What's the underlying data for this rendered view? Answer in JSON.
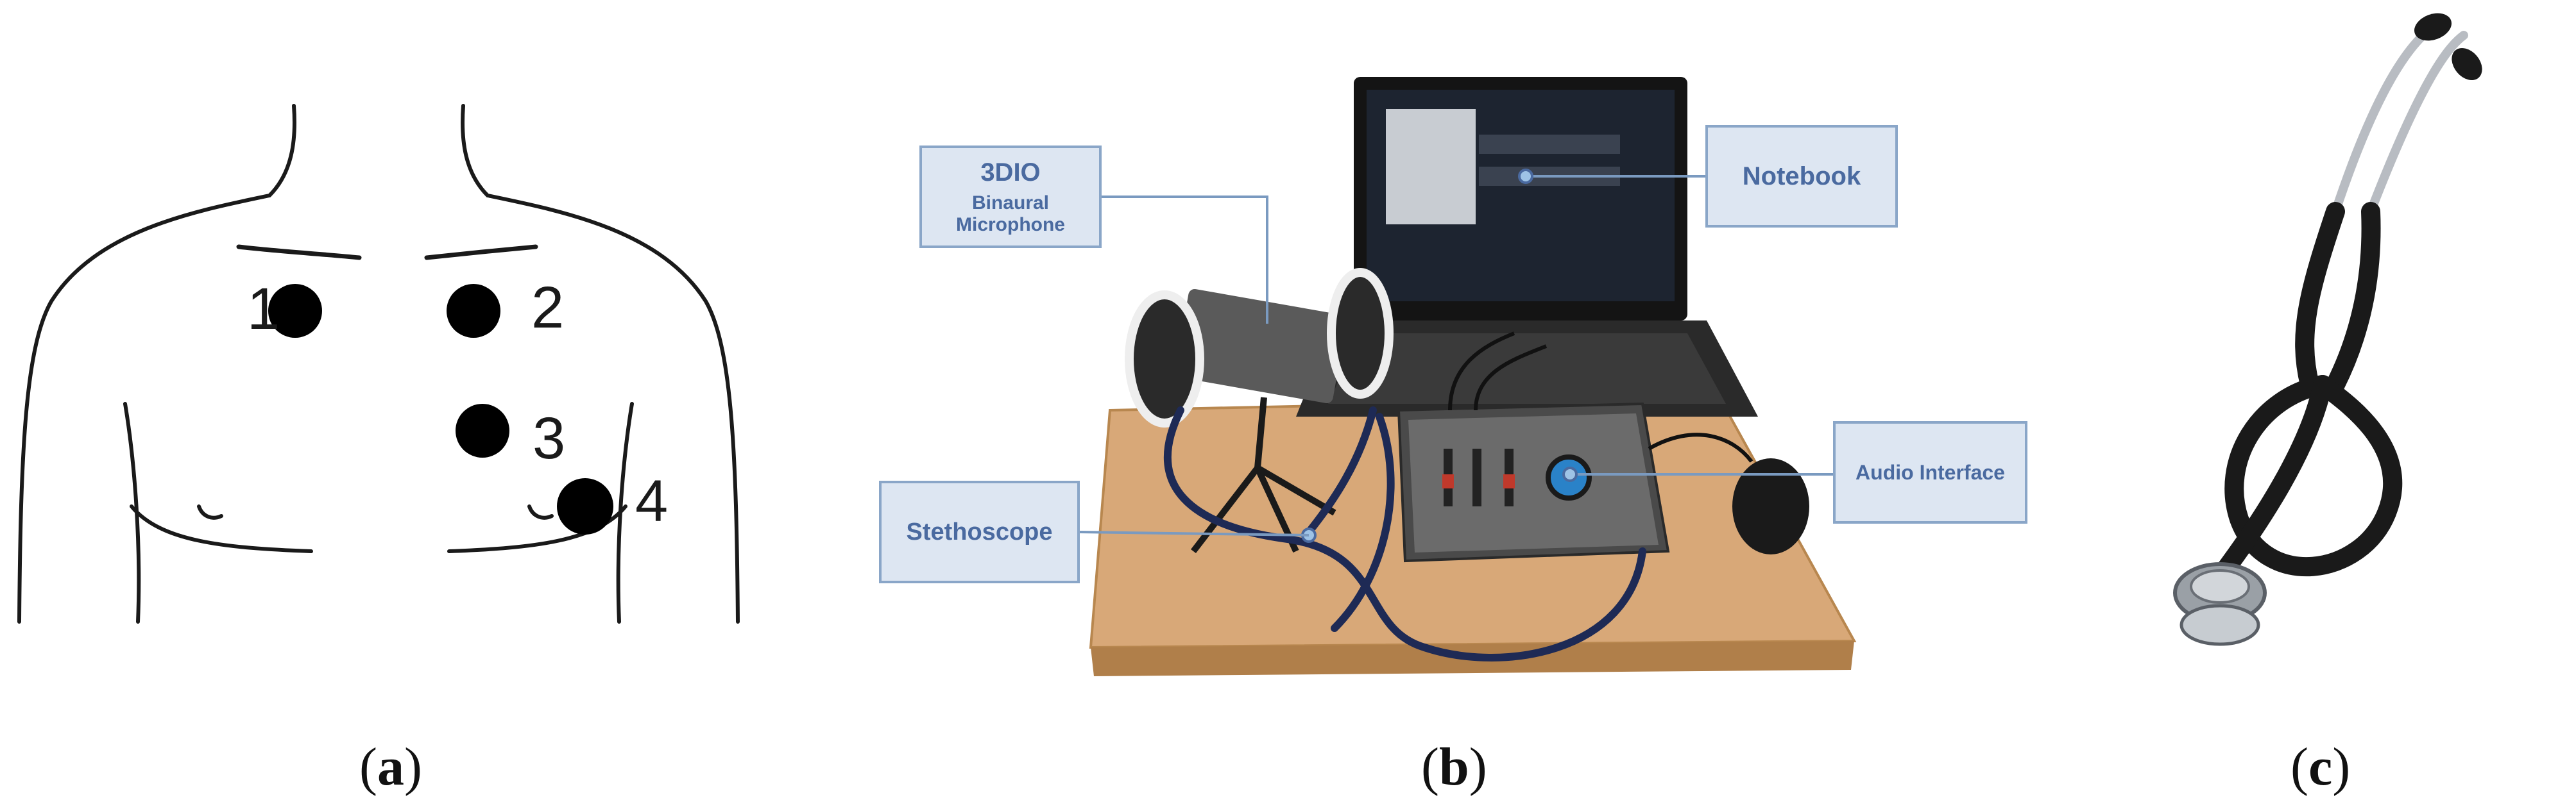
{
  "panel_a": {
    "caption_letter": "a",
    "points": [
      "1",
      "2",
      "3",
      "4"
    ]
  },
  "panel_b": {
    "caption_letter": "b",
    "labels": {
      "microphone_title": "3DIO",
      "microphone_subtitle": "Binaural Microphone",
      "notebook": "Notebook",
      "audio_interface": "Audio Interface",
      "stethoscope": "Stethoscope"
    }
  },
  "panel_c": {
    "caption_letter": "c"
  },
  "colors": {
    "label_fill": "#dde6f2",
    "label_border": "#8aa6c8",
    "label_text": "#4a6aa0",
    "table_wood": "#d8a878",
    "tubing_navy": "#1e2a55"
  }
}
